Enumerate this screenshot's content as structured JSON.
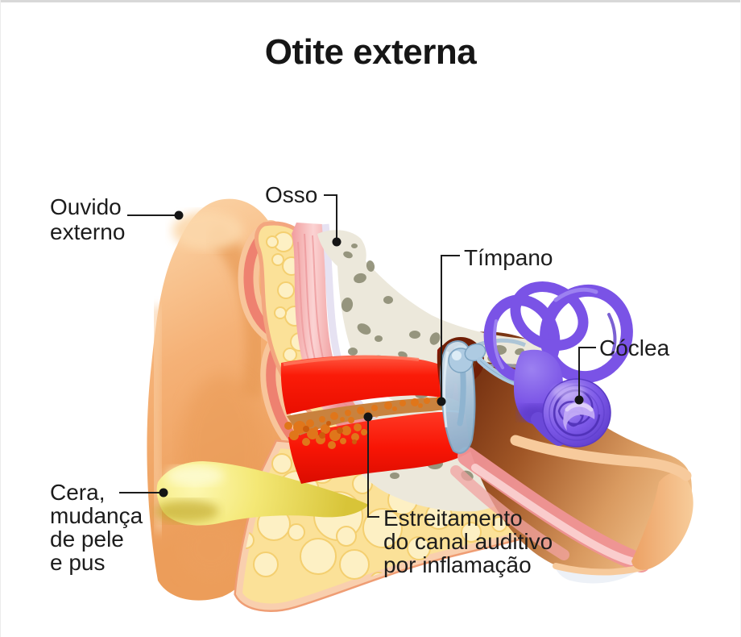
{
  "title": "Otite externa",
  "labels": {
    "ouvido_externo": "Ouvido\nexterno",
    "osso": "Osso",
    "timpano": "Tímpano",
    "coclea": "Cóclea",
    "cera": "Cera,\nmudança\nde pele\ne pus",
    "estreitamento": "Estreitamento\ndo canal auditivo\npor inflamação"
  },
  "colors": {
    "skin": "#f5b176",
    "skin_light": "#fbd2a4",
    "skin_dark": "#e89750",
    "coral_edge": "#ee8170",
    "fat": "#fbe198",
    "fat_bubble": "#fdf0c4",
    "fat_bubble_edge": "#f4cf70",
    "bone": "#ece8db",
    "bone_speckle": "#8d8d74",
    "muscle_pink": "#ef9496",
    "muscle_light": "#fbd3d3",
    "inflamed_red": "#f81505",
    "lumen_brown": "#c9823e",
    "pus_orange": "#e0761a",
    "wax_yellow": "#f4e876",
    "wax_dark": "#d8c438",
    "cavity_brown": "#6b280c",
    "cavity_light": "#f6c892",
    "ossicle_blue": "#aecbe2",
    "ossicle_edge": "#7da4c2",
    "attic_maroon": "#701f06",
    "inner_ear_purple": "#7a53e6",
    "purple_dark": "#5a39c8",
    "purple_light": "#9c81f1",
    "lavender": "#e3dff1",
    "label_text": "#1c1c1c",
    "leader_line": "#1c1c1c",
    "page_border": "#d8d8d8"
  }
}
